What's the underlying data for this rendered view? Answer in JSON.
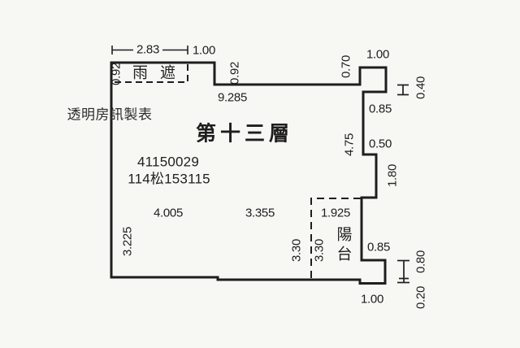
{
  "colors": {
    "background": "#f7f7f4",
    "line": "#1e1e1e",
    "text": "#1e1e1e",
    "watermark_text": "#2c2c2c"
  },
  "plan": {
    "watermark": "透明房訊製表",
    "title": "第十三層",
    "id_number": "41150029",
    "parcel_number": "114松153115",
    "areas": {
      "rain_cover": "雨遮",
      "balcony": "陽台"
    },
    "dims": {
      "top_283": "2.83",
      "top_100": "1.00",
      "left_092": "0.92",
      "step_092": "0.92",
      "top_9285": "9.285",
      "step_070": "0.70",
      "tr_100": "1.00",
      "tr_040": "0.40",
      "r_085": "0.85",
      "r_475": "4.75",
      "r_050": "0.50",
      "r_180": "1.80",
      "w_4005": "4.005",
      "w_3355": "3.355",
      "w_1925": "1.925",
      "l_3225": "3.225",
      "bal_330_in": "3.30",
      "bal_330_out": "3.30",
      "br_085": "0.85",
      "br_080": "0.80",
      "br_020": "0.20",
      "br_100": "1.00"
    }
  }
}
